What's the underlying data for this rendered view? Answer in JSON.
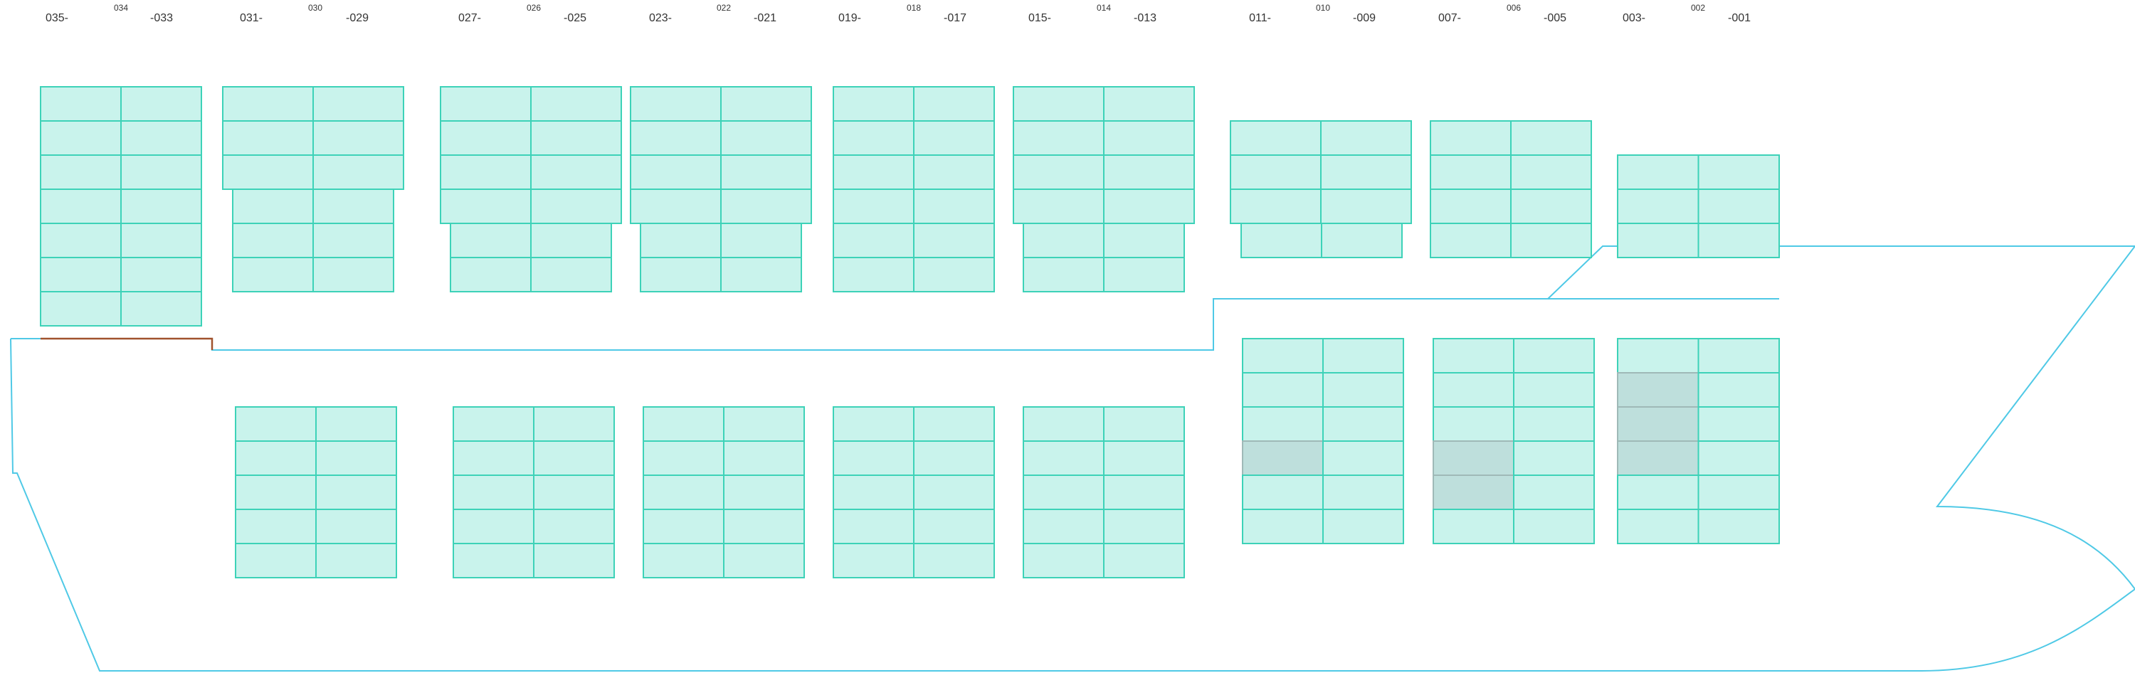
{
  "colors": {
    "cell": "#c9f3ec",
    "cell_border": "#3dd2b8",
    "occupied": "#bedfdc",
    "hull": "#4fc9e6",
    "deck_edge": "#a0522d"
  },
  "bays": [
    {
      "id": "bay-035-033",
      "left": "035-",
      "mid": "034",
      "right": "-033",
      "deck_tiers": 7,
      "hold_tiers": 0,
      "occupied_hold": []
    },
    {
      "id": "bay-031-029",
      "left": "031-",
      "mid": "030",
      "right": "-029",
      "deck_tiers": 6,
      "hold_tiers": 5,
      "occupied_hold": []
    },
    {
      "id": "bay-027-025",
      "left": "027-",
      "mid": "026",
      "right": "-025",
      "deck_tiers": 6,
      "hold_tiers": 5,
      "occupied_hold": []
    },
    {
      "id": "bay-023-021",
      "left": "023-",
      "mid": "022",
      "right": "-021",
      "deck_tiers": 6,
      "hold_tiers": 5,
      "occupied_hold": []
    },
    {
      "id": "bay-019-017",
      "left": "019-",
      "mid": "018",
      "right": "-017",
      "deck_tiers": 6,
      "hold_tiers": 5,
      "occupied_hold": []
    },
    {
      "id": "bay-015-013",
      "left": "015-",
      "mid": "014",
      "right": "-013",
      "deck_tiers": 6,
      "hold_tiers": 5,
      "occupied_hold": []
    },
    {
      "id": "bay-011-009",
      "left": "011-",
      "mid": "010",
      "right": "-009",
      "deck_tiers": 4,
      "hold_tiers": 6,
      "occupied_hold": [
        [
          3,
          0
        ]
      ]
    },
    {
      "id": "bay-007-005",
      "left": "007-",
      "mid": "006",
      "right": "-005",
      "deck_tiers": 4,
      "hold_tiers": 6,
      "occupied_hold": [
        [
          3,
          0
        ],
        [
          4,
          0
        ]
      ]
    },
    {
      "id": "bay-003-001",
      "left": "003-",
      "mid": "002",
      "right": "-001",
      "deck_tiers": 3,
      "hold_tiers": 6,
      "occupied_hold": [
        [
          1,
          0
        ],
        [
          2,
          0
        ],
        [
          3,
          0
        ]
      ]
    }
  ]
}
